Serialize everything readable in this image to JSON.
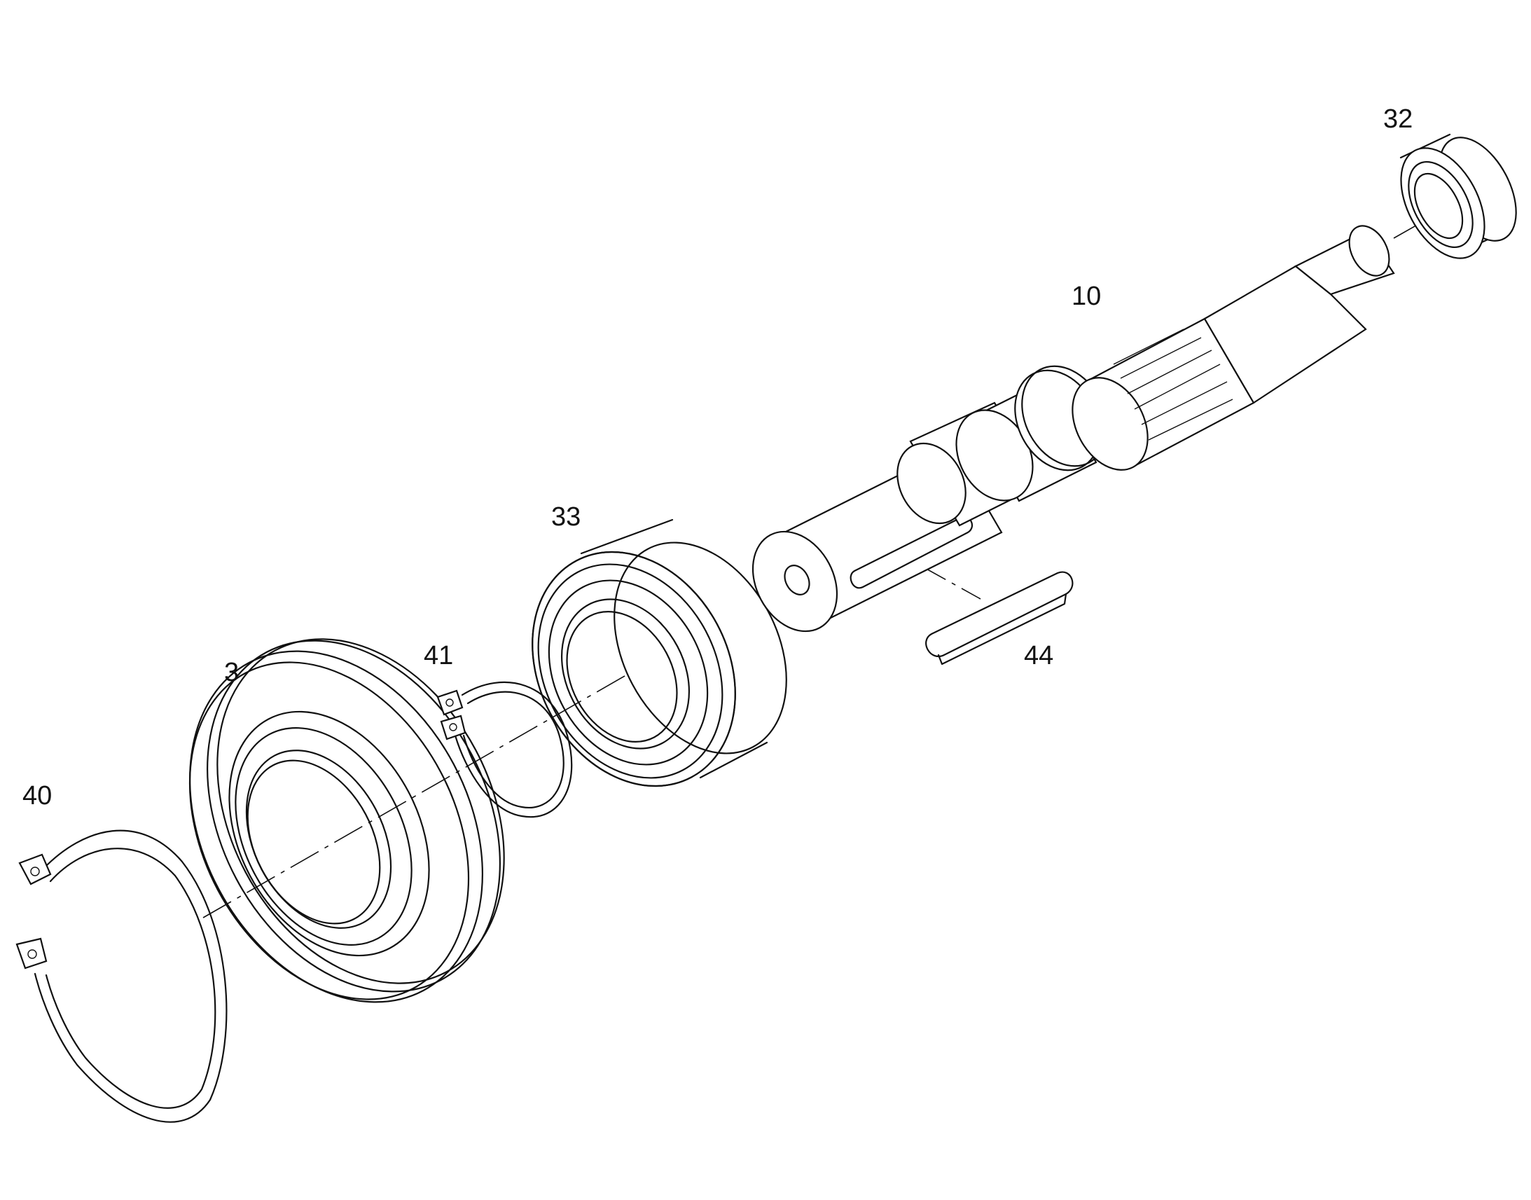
{
  "diagram": {
    "callouts": {
      "p40": "40",
      "p3": "3",
      "p41": "41",
      "p33": "33",
      "p44": "44",
      "p10": "10",
      "p32": "32"
    }
  }
}
